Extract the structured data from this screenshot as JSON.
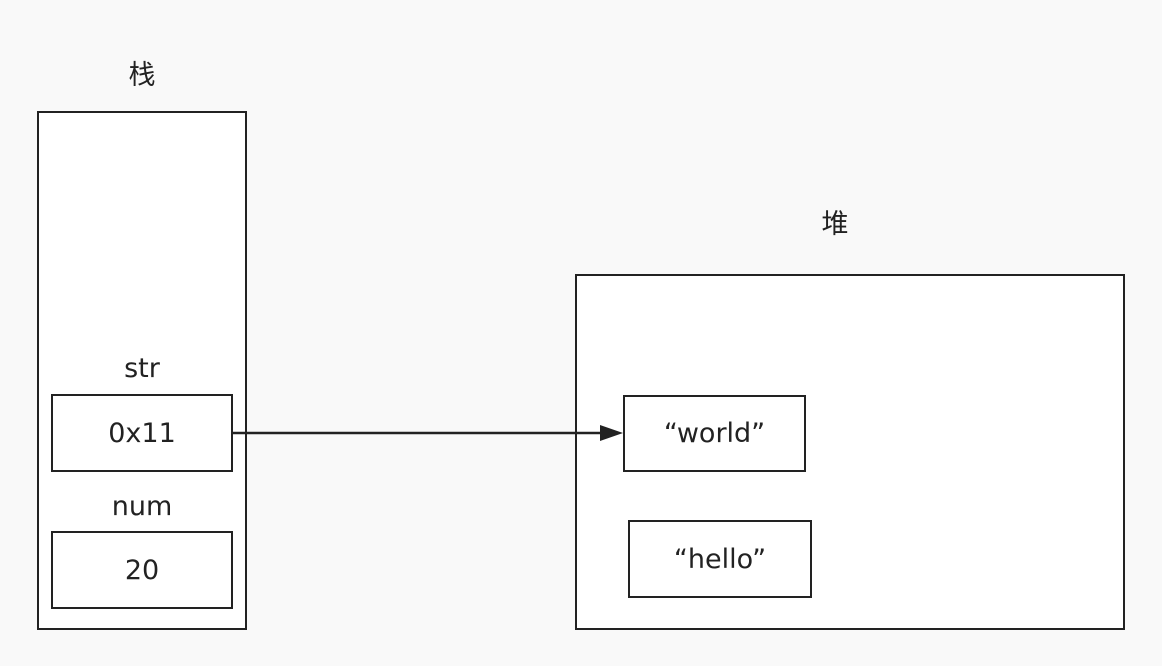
{
  "stack": {
    "title": "栈",
    "frames": [
      {
        "label": "str",
        "value": "0x11"
      },
      {
        "label": "num",
        "value": "20"
      }
    ]
  },
  "heap": {
    "title": "堆",
    "objects": [
      "“world”",
      "“hello”"
    ]
  },
  "arrow": {
    "from": "str",
    "to": "“world”"
  }
}
